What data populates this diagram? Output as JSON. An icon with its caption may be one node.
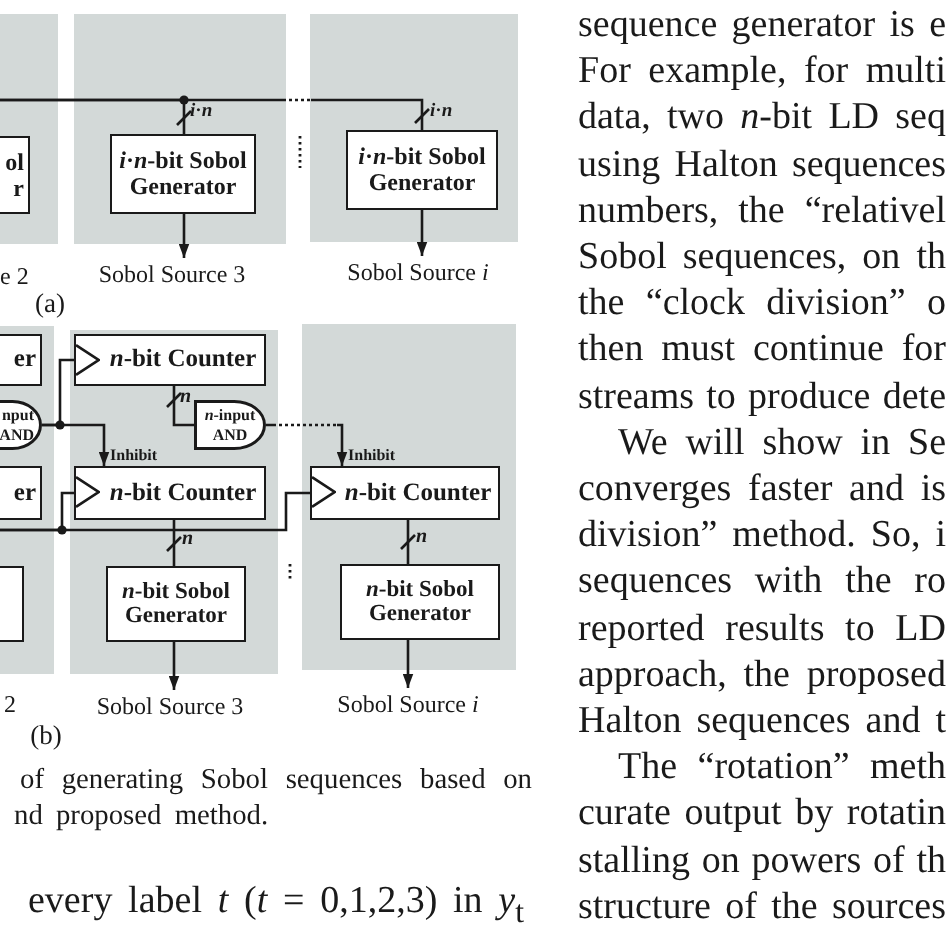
{
  "diagram": {
    "caption": "of generating Sobol sequences based on nd proposed method.",
    "nodes": [
      {
        "text": [],
        "shape": "box"
      },
      {
        "text": [
          "ol r"
        ],
        "in": 0
      },
      {
        "text": [],
        "shape": "box"
      },
      {
        "text": [
          "*i*·*n*-bit Sobol Generator"
        ],
        "in": 2
      },
      {
        "text": [],
        "shape": "box"
      },
      {
        "text": [
          "*i*·*n*-bit Sobol Generator"
        ],
        "in": 4
      },
      {
        "text": [
          "Sobol Source 3"
        ]
      },
      {
        "text": [
          "Sobol Source *i*"
        ]
      },
      {
        "text": [],
        "shape": "box"
      },
      {
        "text": [
          "er"
        ],
        "in": 8
      },
      {
        "text": [
          "nput AND"
        ],
        "in": 8
      },
      {
        "text": [
          "er"
        ],
        "in": 8
      },
      {
        "text": [],
        "shape": "box",
        "in": 8
      },
      {
        "text": [],
        "shape": "box"
      },
      {
        "text": [
          "*n*-bit Counter"
        ],
        "in": 13
      },
      {
        "text": [
          "*n*-input AND"
        ],
        "in": 13
      },
      {
        "text": [
          "*n*-bit Counter"
        ],
        "in": 13
      },
      {
        "text": [
          "*n*-bit Sobol Generator"
        ],
        "in": 13
      },
      {
        "text": [],
        "shape": "box"
      },
      {
        "text": [
          "*n*-bit Counter"
        ],
        "in": 18
      },
      {
        "text": [
          "*n*-bit Sobol Generator"
        ],
        "in": 18
      },
      {
        "text": [
          "Sobol Source 3"
        ]
      },
      {
        "text": [
          "Sobol Source *i*"
        ]
      }
    ],
    "edges": [
      {
        "from": 0,
        "to": 3,
        "arrow": "none",
        "label": "*i*·*n*"
      },
      {
        "from": 0,
        "to": 5,
        "arrow": "none",
        "label": "*i*·*n*",
        "style": "dashed"
      },
      {
        "from": 3,
        "to": 6,
        "arrow": "to"
      },
      {
        "from": 5,
        "to": 7,
        "arrow": "to"
      },
      {
        "from": 10,
        "to": 14,
        "arrow": "to"
      },
      {
        "from": 10,
        "to": 16,
        "arrow": "to",
        "label": "Inhibit"
      },
      {
        "from": 14,
        "to": 15,
        "arrow": "none",
        "label": "n"
      },
      {
        "from": 15,
        "to": 19,
        "arrow": "to",
        "label": "Inhibit",
        "style": "dashed"
      },
      {
        "from": 8,
        "to": 16,
        "arrow": "to"
      },
      {
        "from": 8,
        "to": 19,
        "arrow": "to"
      },
      {
        "from": 16,
        "to": 17,
        "arrow": "none",
        "label": "n"
      },
      {
        "from": 19,
        "to": 20,
        "arrow": "none",
        "label": "n"
      },
      {
        "from": 17,
        "to": 21,
        "arrow": "to"
      },
      {
        "from": 20,
        "to": 22,
        "arrow": "to"
      }
    ],
    "labels": [
      "e 2",
      "(a)",
      "2",
      "(b)",
      "every label *t* (*t* = 0,1,2,3) in *y*$_{t}$",
      "sequence generator is e",
      "For example, for multi",
      "data, two *n*-bit LD seq",
      "using Halton sequences",
      "numbers, the “relativel",
      "Sobol sequences, on th",
      "the “clock division” o",
      "then must continue for",
      "streams to produce dete",
      "We will show in Se",
      "converges faster and is",
      "division” method. So, i",
      "sequences with the ro",
      "reported results to LD",
      "approach, the proposed",
      "Halton sequences and t",
      "The “rotation” meth",
      "curate output by rotatin",
      "stalling on powers of th",
      "structure of the sources"
    ]
  }
}
